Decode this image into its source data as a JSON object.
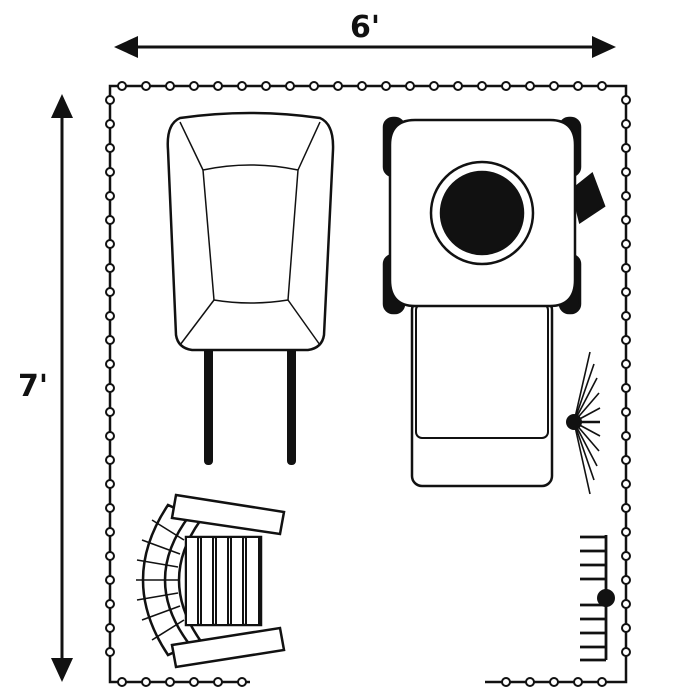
{
  "dimensions": {
    "width_label": "6'",
    "height_label": "7'"
  },
  "colors": {
    "ink": "#111111",
    "paper": "#ffffff"
  },
  "items": [
    {
      "name": "wheelbarrow",
      "icon": "wheelbarrow-icon"
    },
    {
      "name": "lawn-mower",
      "icon": "lawn-mower-icon"
    },
    {
      "name": "leaf-rake",
      "icon": "leaf-rake-icon"
    },
    {
      "name": "adirondack-chair",
      "icon": "adirondack-chair-icon"
    },
    {
      "name": "garden-rake",
      "icon": "garden-rake-icon"
    }
  ]
}
